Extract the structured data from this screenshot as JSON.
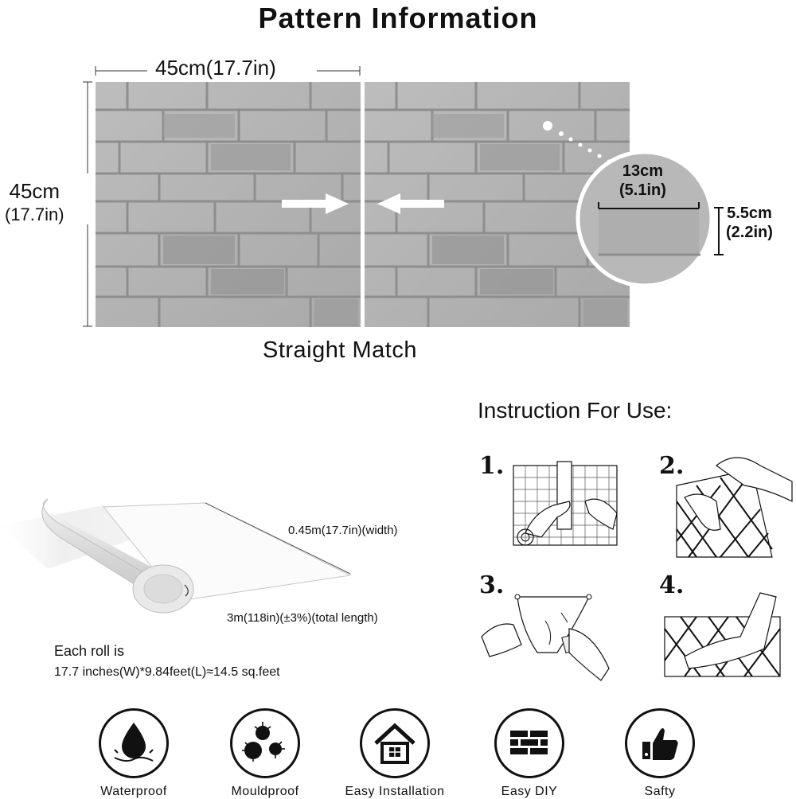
{
  "title": "Pattern Information",
  "pattern": {
    "width_label": "45cm(17.7in)",
    "height_label_cm": "45cm",
    "height_label_in": "(17.7in)",
    "match_label": "Straight Match",
    "zoom_width_cm": "13cm",
    "zoom_width_in": "(5.1in)",
    "zoom_height_cm": "5.5cm",
    "zoom_height_in": "(2.2in)"
  },
  "roll": {
    "width_label": "0.45m(17.7in)(width)",
    "length_label": "3m(118in)(±3%)(total length)",
    "each_roll_line1": "Each roll is",
    "each_roll_line2": "17.7 inches(W)*9.84feet(L)≈14.5 sq.feet"
  },
  "instructions": {
    "title": "Instruction For Use:",
    "steps": [
      "1.",
      "2.",
      "3.",
      "4."
    ]
  },
  "features": [
    {
      "label": "Waterproof",
      "icon": "water-drop-icon"
    },
    {
      "label": "Mouldproof",
      "icon": "mould-spores-icon"
    },
    {
      "label": "Easy Installation",
      "icon": "house-icon"
    },
    {
      "label": "Easy DIY",
      "icon": "brick-wall-icon"
    },
    {
      "label": "Safty",
      "icon": "thumbs-up-icon"
    }
  ],
  "colors": {
    "brick_base": "#b5b5b5",
    "mortar": "#8e8e8e",
    "text": "#111111"
  }
}
